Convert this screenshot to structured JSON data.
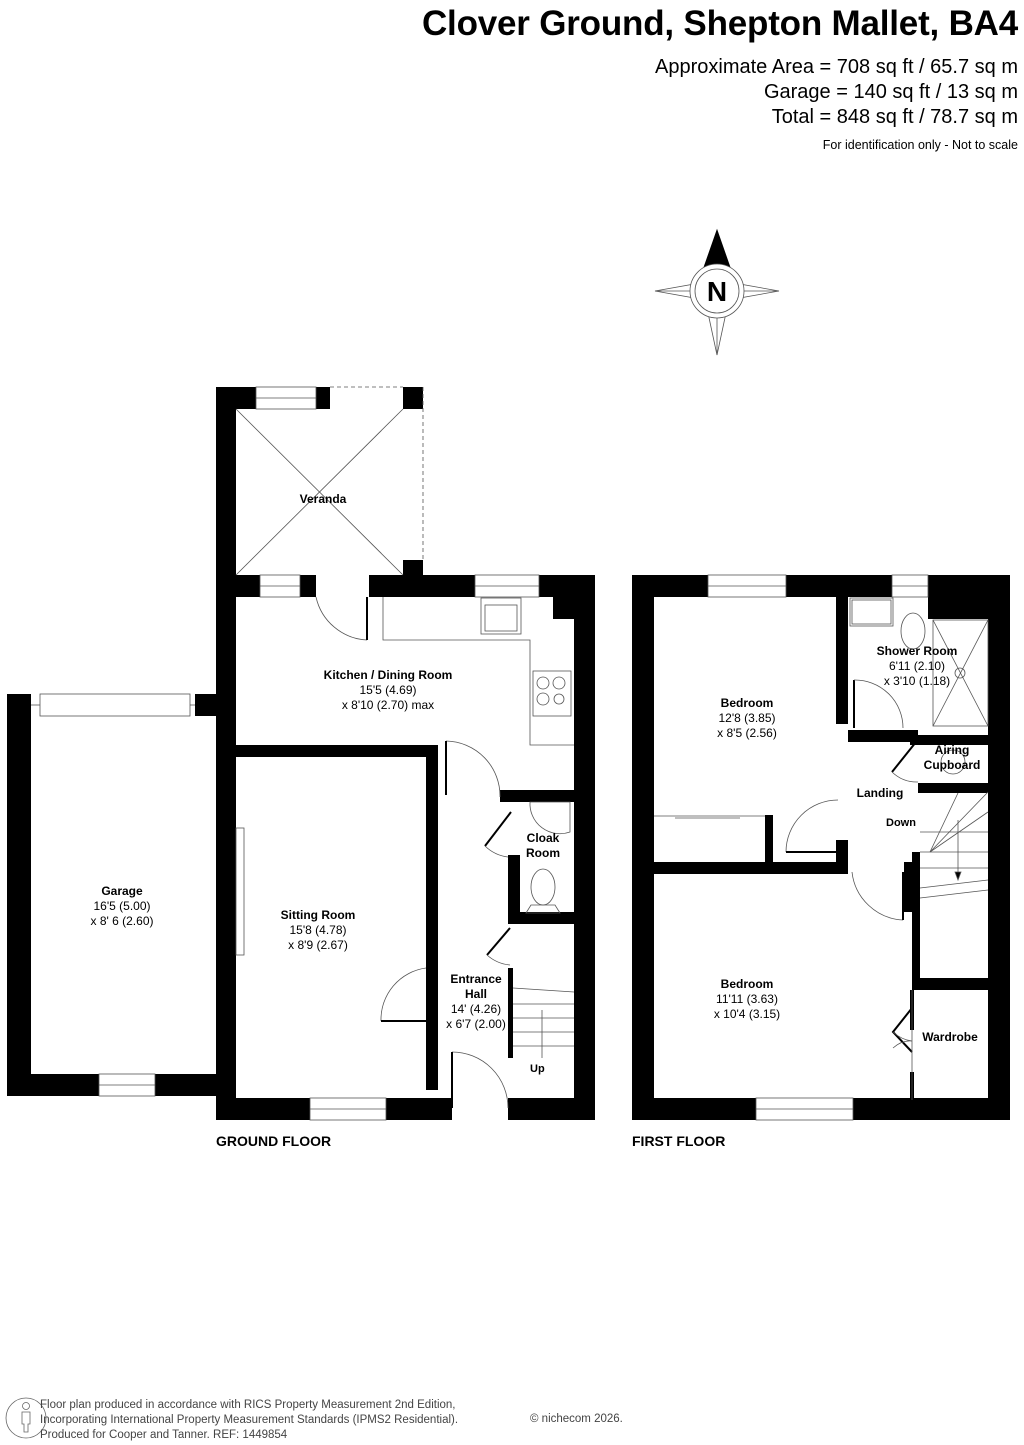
{
  "header": {
    "title": "Clover Ground, Shepton Mallet, BA4",
    "areas": [
      "Approximate Area = 708 sq ft / 65.7 sq m",
      "Garage = 140 sq ft / 13 sq m",
      "Total = 848 sq ft / 78.7 sq m"
    ],
    "disclaimer": "For identification only - Not to scale"
  },
  "compass": {
    "label": "N"
  },
  "ground_floor": {
    "label": "GROUND FLOOR",
    "rooms": [
      {
        "name": "Veranda",
        "dims": []
      },
      {
        "name": "Kitchen / Dining Room",
        "dims": [
          "15'5 (4.69)",
          "x 8'10 (2.70) max"
        ]
      },
      {
        "name": "Garage",
        "dims": [
          "16'5 (5.00)",
          "x 8' 6 (2.60)"
        ]
      },
      {
        "name": "Sitting Room",
        "dims": [
          "15'8 (4.78)",
          "x 8'9 (2.67)"
        ]
      },
      {
        "name": "Cloak",
        "name2": "Room",
        "dims": []
      },
      {
        "name": "Entrance",
        "name2": "Hall",
        "dims": [
          "14' (4.26)",
          "x 6'7 (2.00)"
        ]
      }
    ],
    "stairs_label": "Up"
  },
  "first_floor": {
    "label": "FIRST FLOOR",
    "rooms": [
      {
        "name": "Bedroom",
        "dims": [
          "12'8 (3.85)",
          "x 8'5 (2.56)"
        ]
      },
      {
        "name": "Shower Room",
        "dims": [
          "6'11 (2.10)",
          "x 3'10 (1.18)"
        ]
      },
      {
        "name": "Airing",
        "name2": "Cupboard",
        "dims": []
      },
      {
        "name": "Landing",
        "dims": []
      },
      {
        "name": "Bedroom",
        "dims": [
          "11'11 (3.63)",
          "x 10'4 (3.15)"
        ]
      },
      {
        "name": "Wardrobe",
        "dims": []
      }
    ],
    "stairs_label": "Down"
  },
  "footer": {
    "lines": [
      "Floor plan produced in accordance with RICS Property Measurement 2nd Edition,",
      "Incorporating International Property Measurement Standards (IPMS2 Residential).",
      "Produced for Cooper and Tanner.   REF:  1449854"
    ],
    "copyright": "© nichecom 2026."
  },
  "colors": {
    "wall": "#000000",
    "line": "#555555",
    "background": "#ffffff",
    "footer_text": "#444444"
  }
}
